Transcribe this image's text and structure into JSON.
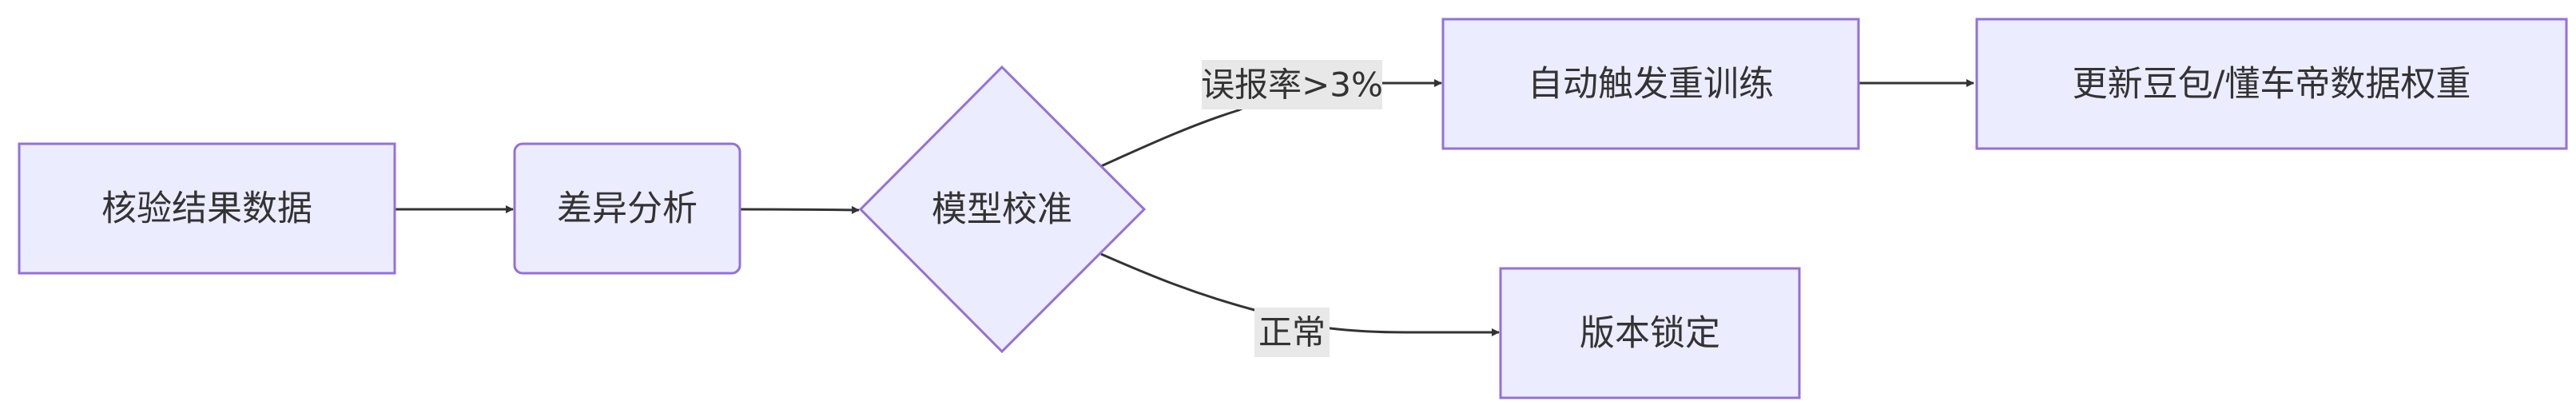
{
  "colors": {
    "node_fill": "#ececff",
    "node_stroke": "#9370db",
    "edge": "#333333",
    "text": "#333333",
    "edge_label_bg": "#e8e8e8"
  },
  "nodes": {
    "data": {
      "label": "核验结果数据",
      "shape": "rect"
    },
    "diff": {
      "label": "差异分析",
      "shape": "rounded-rect"
    },
    "calib": {
      "label": "模型校准",
      "shape": "diamond"
    },
    "retrain": {
      "label": "自动触发重训练",
      "shape": "rect"
    },
    "update": {
      "label": "更新豆包/懂车帝数据权重",
      "shape": "rect"
    },
    "lock": {
      "label": "版本锁定",
      "shape": "rect"
    }
  },
  "edges": [
    {
      "from": "data",
      "to": "diff",
      "label": ""
    },
    {
      "from": "diff",
      "to": "calib",
      "label": ""
    },
    {
      "from": "calib",
      "to": "retrain",
      "label": "误报率>3%"
    },
    {
      "from": "retrain",
      "to": "update",
      "label": ""
    },
    {
      "from": "calib",
      "to": "lock",
      "label": "正常"
    }
  ]
}
